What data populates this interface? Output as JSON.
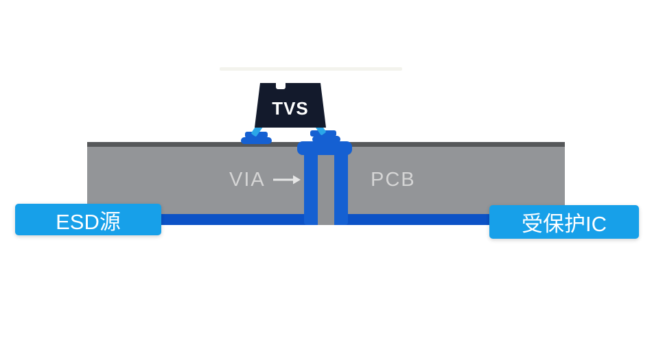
{
  "diagram": {
    "tvs_label": "TVS",
    "via_label": "VIA",
    "pcb_label": "PCB",
    "esd_source_label": "ESD源",
    "protected_ic_label": "受保护IC"
  },
  "colors": {
    "label_box_blue": "#17a0e9",
    "trace_blue": "#0c52c6",
    "via_pad_blue": "#1560d2",
    "lead_light_blue": "#2ba7e8",
    "tvs_body_navy": "#131a2c",
    "pcb_gray": "#939598",
    "pcb_edge_dark_gray": "#56585a",
    "board_caption_gray": "#d5d5d5",
    "text_white": "#ffffff"
  }
}
